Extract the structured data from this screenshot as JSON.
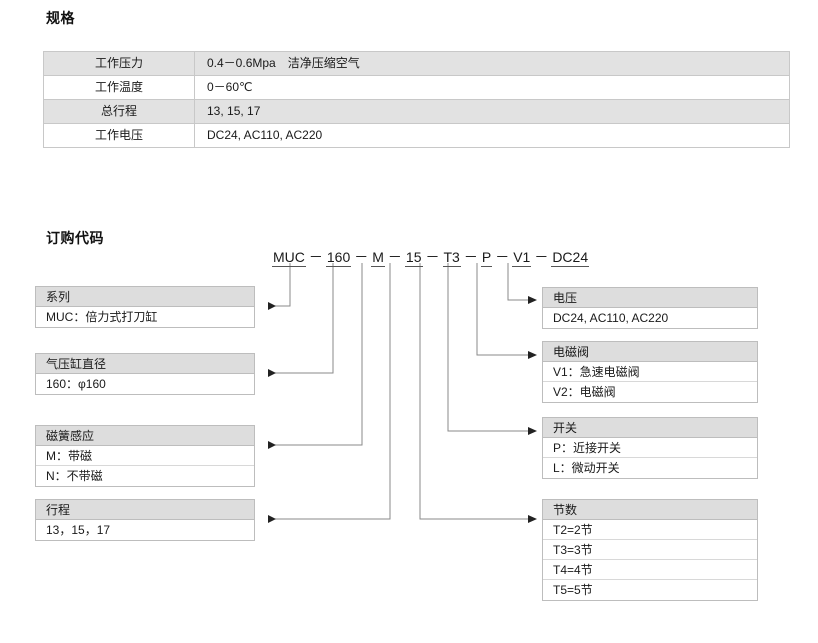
{
  "spec": {
    "title": "规格",
    "rows": [
      {
        "label": "工作压力",
        "value": "0.4－0.6Mpa　洁净压缩空气",
        "shaded": true
      },
      {
        "label": "工作温度",
        "value": "0－60℃",
        "shaded": false
      },
      {
        "label": "总行程",
        "value": "13, 15, 17",
        "shaded": true
      },
      {
        "label": "工作电压",
        "value": "DC24, AC110, AC220",
        "shaded": false
      }
    ]
  },
  "order": {
    "title": "订购代码",
    "code_segments": [
      "MUC",
      "160",
      "M",
      "15",
      "T3",
      "P",
      "V1",
      "DC24"
    ],
    "dash": "－",
    "boxes": {
      "series": {
        "head": "系列",
        "rows": [
          "MUC：倍力式打刀缸"
        ]
      },
      "bore": {
        "head": "气压缸直径",
        "rows": [
          "160：φ160"
        ]
      },
      "magnet": {
        "head": "磁簧感应",
        "rows": [
          "M：带磁",
          "N：不带磁"
        ]
      },
      "stroke": {
        "head": "行程",
        "rows": [
          "13，15，17"
        ]
      },
      "voltage": {
        "head": "电压",
        "rows": [
          "DC24, AC110, AC220"
        ]
      },
      "valve": {
        "head": "电磁阀",
        "rows": [
          "V1：急速电磁阀",
          "V2：电磁阀"
        ]
      },
      "switch": {
        "head": "开关",
        "rows": [
          "P：近接开关",
          "L：微动开关"
        ]
      },
      "sections": {
        "head": "节数",
        "rows": [
          "T2=2节",
          "T3=3节",
          "T4=4节",
          "T5=5节"
        ]
      }
    }
  },
  "colors": {
    "header_gray": "#dddddd",
    "row_shade": "#e2e2e2",
    "border": "#bdbdbd",
    "line": "#8a8a8a",
    "text": "#1a1a1a"
  }
}
